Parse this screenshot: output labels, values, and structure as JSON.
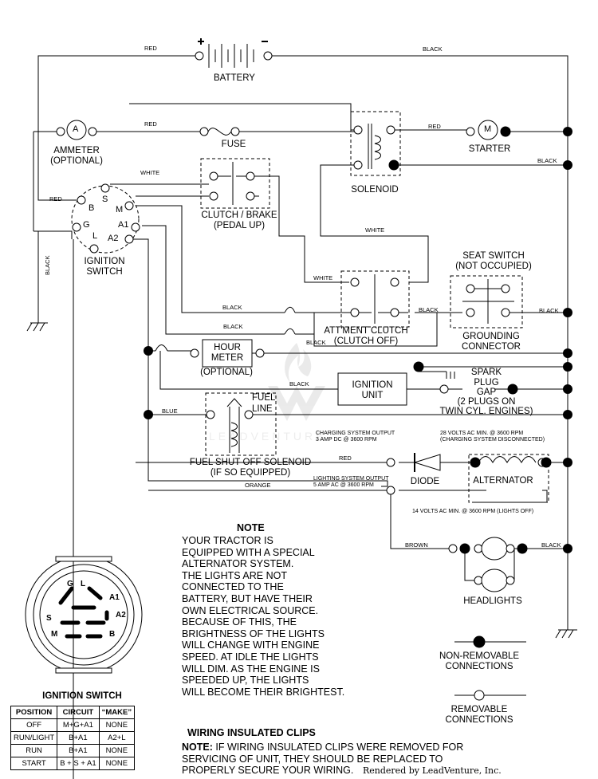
{
  "components": {
    "battery": "BATTERY",
    "ammeter": "AMMETER",
    "ammeter_note": "(OPTIONAL)",
    "fuse": "FUSE",
    "solenoid": "SOLENOID",
    "starter": "STARTER",
    "clutch_brake": "CLUTCH / BRAKE",
    "clutch_brake_note": "(PEDAL UP)",
    "ignition_switch": "IGNITION",
    "ignition_switch_2": "SWITCH",
    "seat_switch": "SEAT SWITCH",
    "seat_switch_note": "(NOT OCCUPIED)",
    "attment_clutch": "ATT'MENT CLUTCH",
    "attment_clutch_note": "(CLUTCH OFF)",
    "grounding_connector": "GROUNDING",
    "grounding_connector_2": "CONNECTOR",
    "hour_meter": "HOUR",
    "hour_meter_2": "METER",
    "hour_meter_note": "(OPTIONAL)",
    "ignition_unit": "IGNITION",
    "ignition_unit_2": "UNIT",
    "spark_plug": "SPARK",
    "spark_plug_2": "PLUG",
    "spark_plug_3": "GAP",
    "spark_plug_4": "(2 PLUGS ON",
    "spark_plug_5": "TWIN CYL. ENGINES)",
    "fuel_line": "FUEL",
    "fuel_line_2": "LINE",
    "fuel_solenoid": "FUEL SHUT-OFF SOLENOID",
    "fuel_solenoid_note": "(IF SO EQUIPPED)",
    "diode": "DIODE",
    "alternator": "ALTERNATOR",
    "headlights": "HEADLIGHTS",
    "ammeter_glyph": "A",
    "starter_glyph": "M"
  },
  "terminals": {
    "B": "B",
    "S": "S",
    "M": "M",
    "G": "G",
    "L": "L",
    "A1": "A1",
    "A2": "A2"
  },
  "wires": {
    "red": "RED",
    "black": "BLACK",
    "white": "WHITE",
    "blue": "BLUE",
    "orange": "ORANGE",
    "brown": "BROWN"
  },
  "ratings": {
    "charging_1": "CHARGING SYSTEM OUTPUT",
    "charging_2": "3 AMP DC @ 3600 RPM",
    "ac28_1": "28 VOLTS AC MIN. @ 3600 RPM",
    "ac28_2": "(CHARGING SYSTEM DISCONNECTED)",
    "lighting_1": "LIGHTING SYSTEM OUTPUT",
    "lighting_2": "5 AMP AC @ 3600 RPM",
    "ac14": "14 VOLTS AC MIN. @ 3600 RPM (LIGHTS OFF)"
  },
  "note": {
    "title": "NOTE",
    "lines": [
      "YOUR TRACTOR IS",
      "EQUIPPED WITH A SPECIAL",
      "ALTERNATOR SYSTEM.",
      "THE LIGHTS ARE NOT",
      "CONNECTED TO THE",
      "BATTERY, BUT HAVE THEIR",
      "OWN ELECTRICAL SOURCE.",
      "BECAUSE OF THIS, THE",
      "BRIGHTNESS OF THE LIGHTS",
      "WILL CHANGE WITH ENGINE",
      "SPEED.  AT IDLE THE LIGHTS",
      "WILL DIM.  AS THE ENGINE IS",
      "SPEEDED UP, THE LIGHTS",
      "WILL BECOME THEIR BRIGHTEST."
    ]
  },
  "legend": {
    "nonremovable_1": "NON-REMOVABLE",
    "nonremovable_2": "CONNECTIONS",
    "removable_1": "REMOVABLE",
    "removable_2": "CONNECTIONS"
  },
  "ignition_table": {
    "title": "IGNITION SWITCH",
    "headers": [
      "POSITION",
      "CIRCUIT",
      "“MAKE”"
    ],
    "rows": [
      [
        "OFF",
        "M+G+A1",
        "NONE"
      ],
      [
        "RUN/LIGHT",
        "B+A1",
        "A2+L"
      ],
      [
        "RUN",
        "B+A1",
        "NONE"
      ],
      [
        "START",
        "B + S + A1",
        "NONE"
      ]
    ]
  },
  "clips": {
    "title": "WIRING INSULATED CLIPS",
    "note_label": "NOTE:",
    "line1": " IF WIRING INSULATED CLIPS WERE REMOVED FOR",
    "line2": "SERVICING OF UNIT, THEY SHOULD BE REPLACED TO",
    "line3": "PROPERLY SECURE YOUR WIRING."
  },
  "watermark": "LEADVENTURE",
  "credit": "Rendered by LeadVenture, Inc."
}
